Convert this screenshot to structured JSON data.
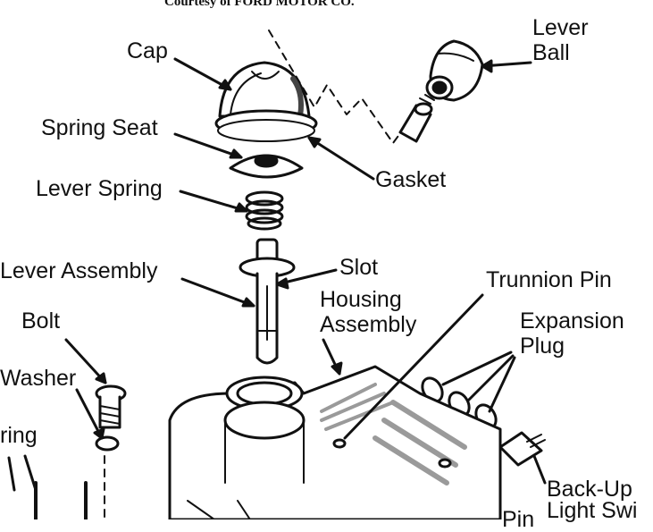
{
  "credit": "Courtesy of FORD MOTOR CO.",
  "labels": {
    "cap": "Cap",
    "lever_ball_1": "Lever",
    "lever_ball_2": "Ball",
    "spring_seat": "Spring Seat",
    "gasket": "Gasket",
    "lever_spring": "Lever Spring",
    "lever_assembly": "Lever Assembly",
    "slot": "Slot",
    "trunnion_pin": "Trunnion Pin",
    "housing_1": "Housing",
    "housing_2": "Assembly",
    "bolt": "Bolt",
    "expansion_1": "Expansion",
    "expansion_2": "Plug",
    "washer": "Washer",
    "spring_partial": "ring",
    "backup_1": "Back-Up",
    "backup_2": "Light Swi",
    "pin_partial": "Pin"
  },
  "colors": {
    "ink": "#111111",
    "paper": "#ffffff",
    "shade": "#9a9a9a"
  }
}
